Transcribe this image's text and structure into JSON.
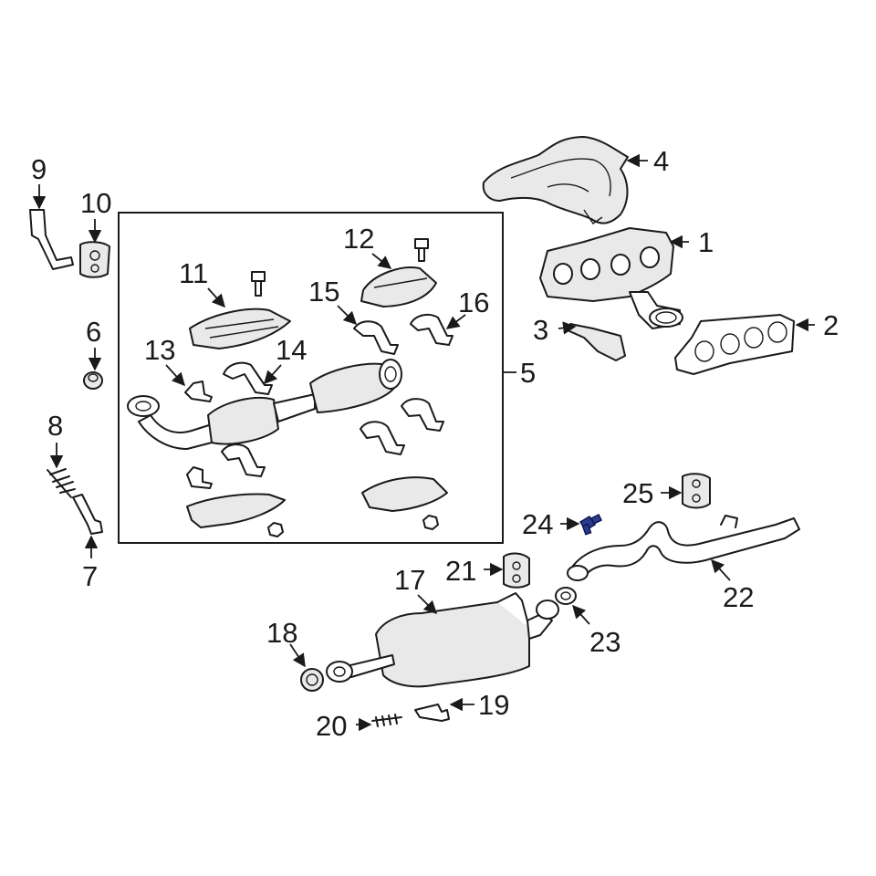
{
  "diagram": {
    "callouts": [
      {
        "id": "1",
        "label": "1"
      },
      {
        "id": "2",
        "label": "2"
      },
      {
        "id": "3",
        "label": "3"
      },
      {
        "id": "4",
        "label": "4"
      },
      {
        "id": "5",
        "label": "5"
      },
      {
        "id": "6",
        "label": "6"
      },
      {
        "id": "7",
        "label": "7"
      },
      {
        "id": "8",
        "label": "8"
      },
      {
        "id": "9",
        "label": "9"
      },
      {
        "id": "10",
        "label": "10"
      },
      {
        "id": "11",
        "label": "11"
      },
      {
        "id": "12",
        "label": "12"
      },
      {
        "id": "13",
        "label": "13"
      },
      {
        "id": "14",
        "label": "14"
      },
      {
        "id": "15",
        "label": "15"
      },
      {
        "id": "16",
        "label": "16"
      },
      {
        "id": "17",
        "label": "17"
      },
      {
        "id": "18",
        "label": "18"
      },
      {
        "id": "19",
        "label": "19"
      },
      {
        "id": "20",
        "label": "20"
      },
      {
        "id": "21",
        "label": "21"
      },
      {
        "id": "22",
        "label": "22"
      },
      {
        "id": "23",
        "label": "23"
      },
      {
        "id": "24",
        "label": "24"
      },
      {
        "id": "25",
        "label": "25"
      }
    ],
    "highlighted_part": "24",
    "highlight_color": "#2c3a8c",
    "line_color": "#1a1a1a",
    "background_color": "#ffffff"
  }
}
